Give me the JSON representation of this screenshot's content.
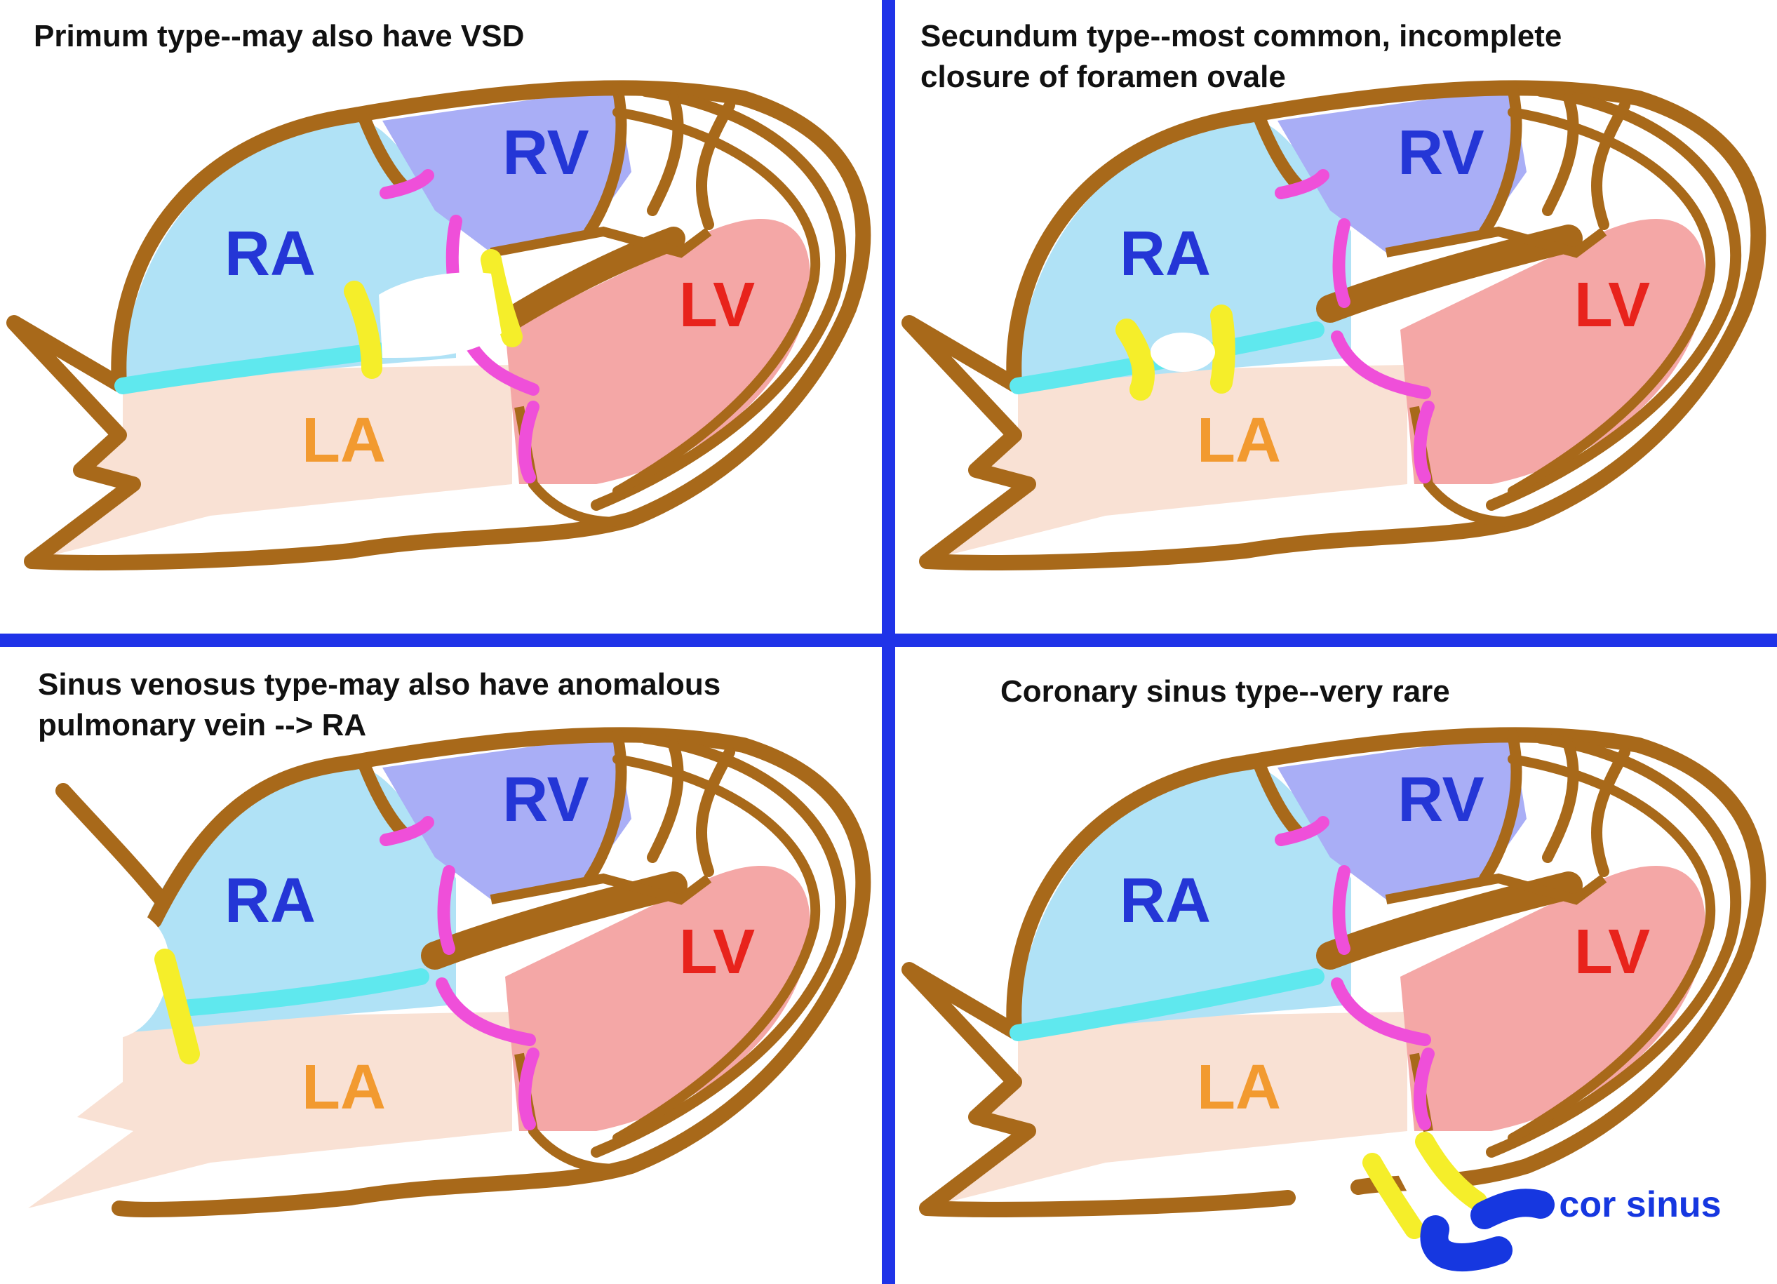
{
  "panels": [
    {
      "title": "Primum type--may also have VSD"
    },
    {
      "title": "Secundum type--most common, incomplete closure of foramen ovale"
    },
    {
      "title": "Sinus venosus type-may also have anomalous pulmonary vein --> RA"
    },
    {
      "title": "Coronary sinus type--very rare"
    }
  ],
  "chambers": {
    "ra": "RA",
    "rv": "RV",
    "la": "LA",
    "lv": "LV"
  },
  "extra_label": "cor sinus",
  "colors": {
    "divider": "#1f33e8",
    "outline": "#a8691a",
    "ra_fill": "#b0e2f6",
    "rv_fill": "#a9aef6",
    "la_fill": "#f9e1d4",
    "lv_fill": "#f4a7a6",
    "ra_label": "#2436d6",
    "rv_label": "#2436d6",
    "la_label": "#f29a30",
    "lv_label": "#e8231c",
    "septum": "#5fe8ee",
    "valve": "#ef4fd9",
    "defect_rim": "#f5ee2a",
    "cor_sinus": "#1637e0"
  }
}
